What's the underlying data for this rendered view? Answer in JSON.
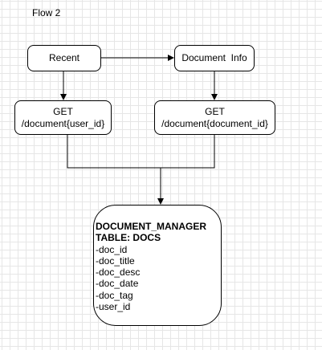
{
  "diagram": {
    "title": "Flow 2",
    "nodes": {
      "recent": {
        "label": "Recent"
      },
      "document_info": {
        "label": "Document  Info"
      },
      "get_user": {
        "method": "GET",
        "path": "/document{user_id}"
      },
      "get_document": {
        "method": "GET",
        "path": "/document{document_id}"
      },
      "db": {
        "heading1": "DOCUMENT_MANAGER",
        "heading2": "TABLE: DOCS",
        "fields": [
          "-doc_id",
          "-doc_title",
          "-doc_desc",
          "-doc_date",
          "-doc_tag",
          "-user_id"
        ]
      }
    },
    "edges": [
      {
        "from": "recent",
        "to": "document_info"
      },
      {
        "from": "recent",
        "to": "get_user"
      },
      {
        "from": "document_info",
        "to": "get_document"
      },
      {
        "from": "get_user",
        "to": "db"
      },
      {
        "from": "get_document",
        "to": "db"
      }
    ]
  }
}
